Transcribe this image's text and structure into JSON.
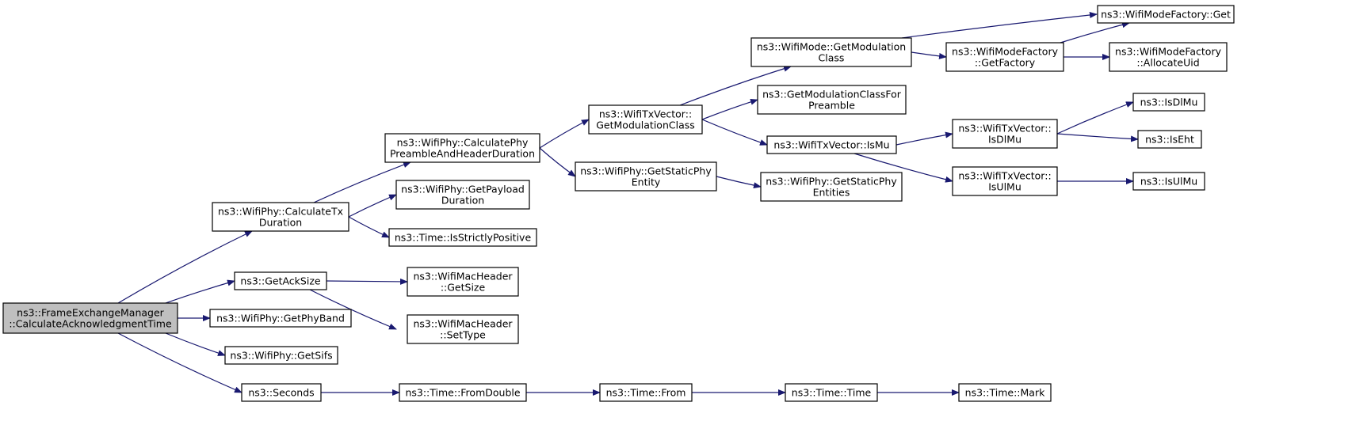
{
  "graph": {
    "title": "",
    "edge_color": "#191970",
    "root_fill": "#bfbfbf",
    "node_fill": "#ffffff",
    "nodes": [
      {
        "id": "root",
        "lines": [
          "ns3::FrameExchangeManager",
          "::CalculateAcknowledgmentTime"
        ],
        "is_root": true
      },
      {
        "id": "calctx",
        "lines": [
          "ns3::WifiPhy::CalculateTx",
          "Duration"
        ]
      },
      {
        "id": "getacksize",
        "lines": [
          "ns3::GetAckSize"
        ]
      },
      {
        "id": "getphyband",
        "lines": [
          "ns3::WifiPhy::GetPhyBand"
        ]
      },
      {
        "id": "getsifs",
        "lines": [
          "ns3::WifiPhy::GetSifs"
        ]
      },
      {
        "id": "seconds",
        "lines": [
          "ns3::Seconds"
        ]
      },
      {
        "id": "calcpreamble",
        "lines": [
          "ns3::WifiPhy::CalculatePhy",
          "PreambleAndHeaderDuration"
        ]
      },
      {
        "id": "getpayload",
        "lines": [
          "ns3::WifiPhy::GetPayload",
          "Duration"
        ]
      },
      {
        "id": "isstrictly",
        "lines": [
          "ns3::Time::IsStrictlyPositive"
        ]
      },
      {
        "id": "machdrgetsize",
        "lines": [
          "ns3::WifiMacHeader",
          "::GetSize"
        ]
      },
      {
        "id": "machdrsettype",
        "lines": [
          "ns3::WifiMacHeader",
          "::SetType"
        ]
      },
      {
        "id": "fromdouble",
        "lines": [
          "ns3::Time::FromDouble"
        ]
      },
      {
        "id": "txvecgetmod",
        "lines": [
          "ns3::WifiTxVector::",
          "GetModulationClass"
        ]
      },
      {
        "id": "getstaticphyentity",
        "lines": [
          "ns3::WifiPhy::GetStaticPhy",
          "Entity"
        ]
      },
      {
        "id": "timefrom",
        "lines": [
          "ns3::Time::From"
        ]
      },
      {
        "id": "modegetmod",
        "lines": [
          "ns3::WifiMode::GetModulation",
          "Class"
        ]
      },
      {
        "id": "getmodforpreamble",
        "lines": [
          "ns3::GetModulationClassFor",
          "Preamble"
        ]
      },
      {
        "id": "txvecismu",
        "lines": [
          "ns3::WifiTxVector::IsMu"
        ]
      },
      {
        "id": "getstaticphyentities",
        "lines": [
          "ns3::WifiPhy::GetStaticPhy",
          "Entities"
        ]
      },
      {
        "id": "timetime",
        "lines": [
          "ns3::Time::Time"
        ]
      },
      {
        "id": "factorygetfactory",
        "lines": [
          "ns3::WifiModeFactory",
          "::GetFactory"
        ]
      },
      {
        "id": "txvecisdlmu",
        "lines": [
          "ns3::WifiTxVector::",
          "IsDlMu"
        ]
      },
      {
        "id": "txvecisulmu",
        "lines": [
          "ns3::WifiTxVector::",
          "IsUlMu"
        ]
      },
      {
        "id": "timemark",
        "lines": [
          "ns3::Time::Mark"
        ]
      },
      {
        "id": "factoryget",
        "lines": [
          "ns3::WifiModeFactory::Get"
        ]
      },
      {
        "id": "allocateuid",
        "lines": [
          "ns3::WifiModeFactory",
          "::AllocateUid"
        ]
      },
      {
        "id": "isdlmu",
        "lines": [
          "ns3::IsDlMu"
        ]
      },
      {
        "id": "iseht",
        "lines": [
          "ns3::IsEht"
        ]
      },
      {
        "id": "isulmu",
        "lines": [
          "ns3::IsUlMu"
        ]
      }
    ],
    "edges": [
      [
        "root",
        "calctx"
      ],
      [
        "root",
        "getacksize"
      ],
      [
        "root",
        "getphyband"
      ],
      [
        "root",
        "getsifs"
      ],
      [
        "root",
        "seconds"
      ],
      [
        "calctx",
        "calcpreamble"
      ],
      [
        "calctx",
        "getpayload"
      ],
      [
        "calctx",
        "isstrictly"
      ],
      [
        "getacksize",
        "machdrgetsize"
      ],
      [
        "getacksize",
        "machdrsettype"
      ],
      [
        "seconds",
        "fromdouble"
      ],
      [
        "calcpreamble",
        "txvecgetmod"
      ],
      [
        "calcpreamble",
        "getstaticphyentity"
      ],
      [
        "fromdouble",
        "timefrom"
      ],
      [
        "txvecgetmod",
        "modegetmod"
      ],
      [
        "txvecgetmod",
        "getmodforpreamble"
      ],
      [
        "txvecgetmod",
        "txvecismu"
      ],
      [
        "getstaticphyentity",
        "getstaticphyentities"
      ],
      [
        "timefrom",
        "timetime"
      ],
      [
        "modegetmod",
        "factoryget"
      ],
      [
        "modegetmod",
        "factorygetfactory"
      ],
      [
        "txvecismu",
        "txvecisdlmu"
      ],
      [
        "txvecismu",
        "txvecisulmu"
      ],
      [
        "timetime",
        "timemark"
      ],
      [
        "factorygetfactory",
        "factoryget"
      ],
      [
        "factorygetfactory",
        "allocateuid"
      ],
      [
        "txvecisdlmu",
        "isdlmu"
      ],
      [
        "txvecisdlmu",
        "iseht"
      ],
      [
        "txvecisulmu",
        "isulmu"
      ]
    ]
  }
}
